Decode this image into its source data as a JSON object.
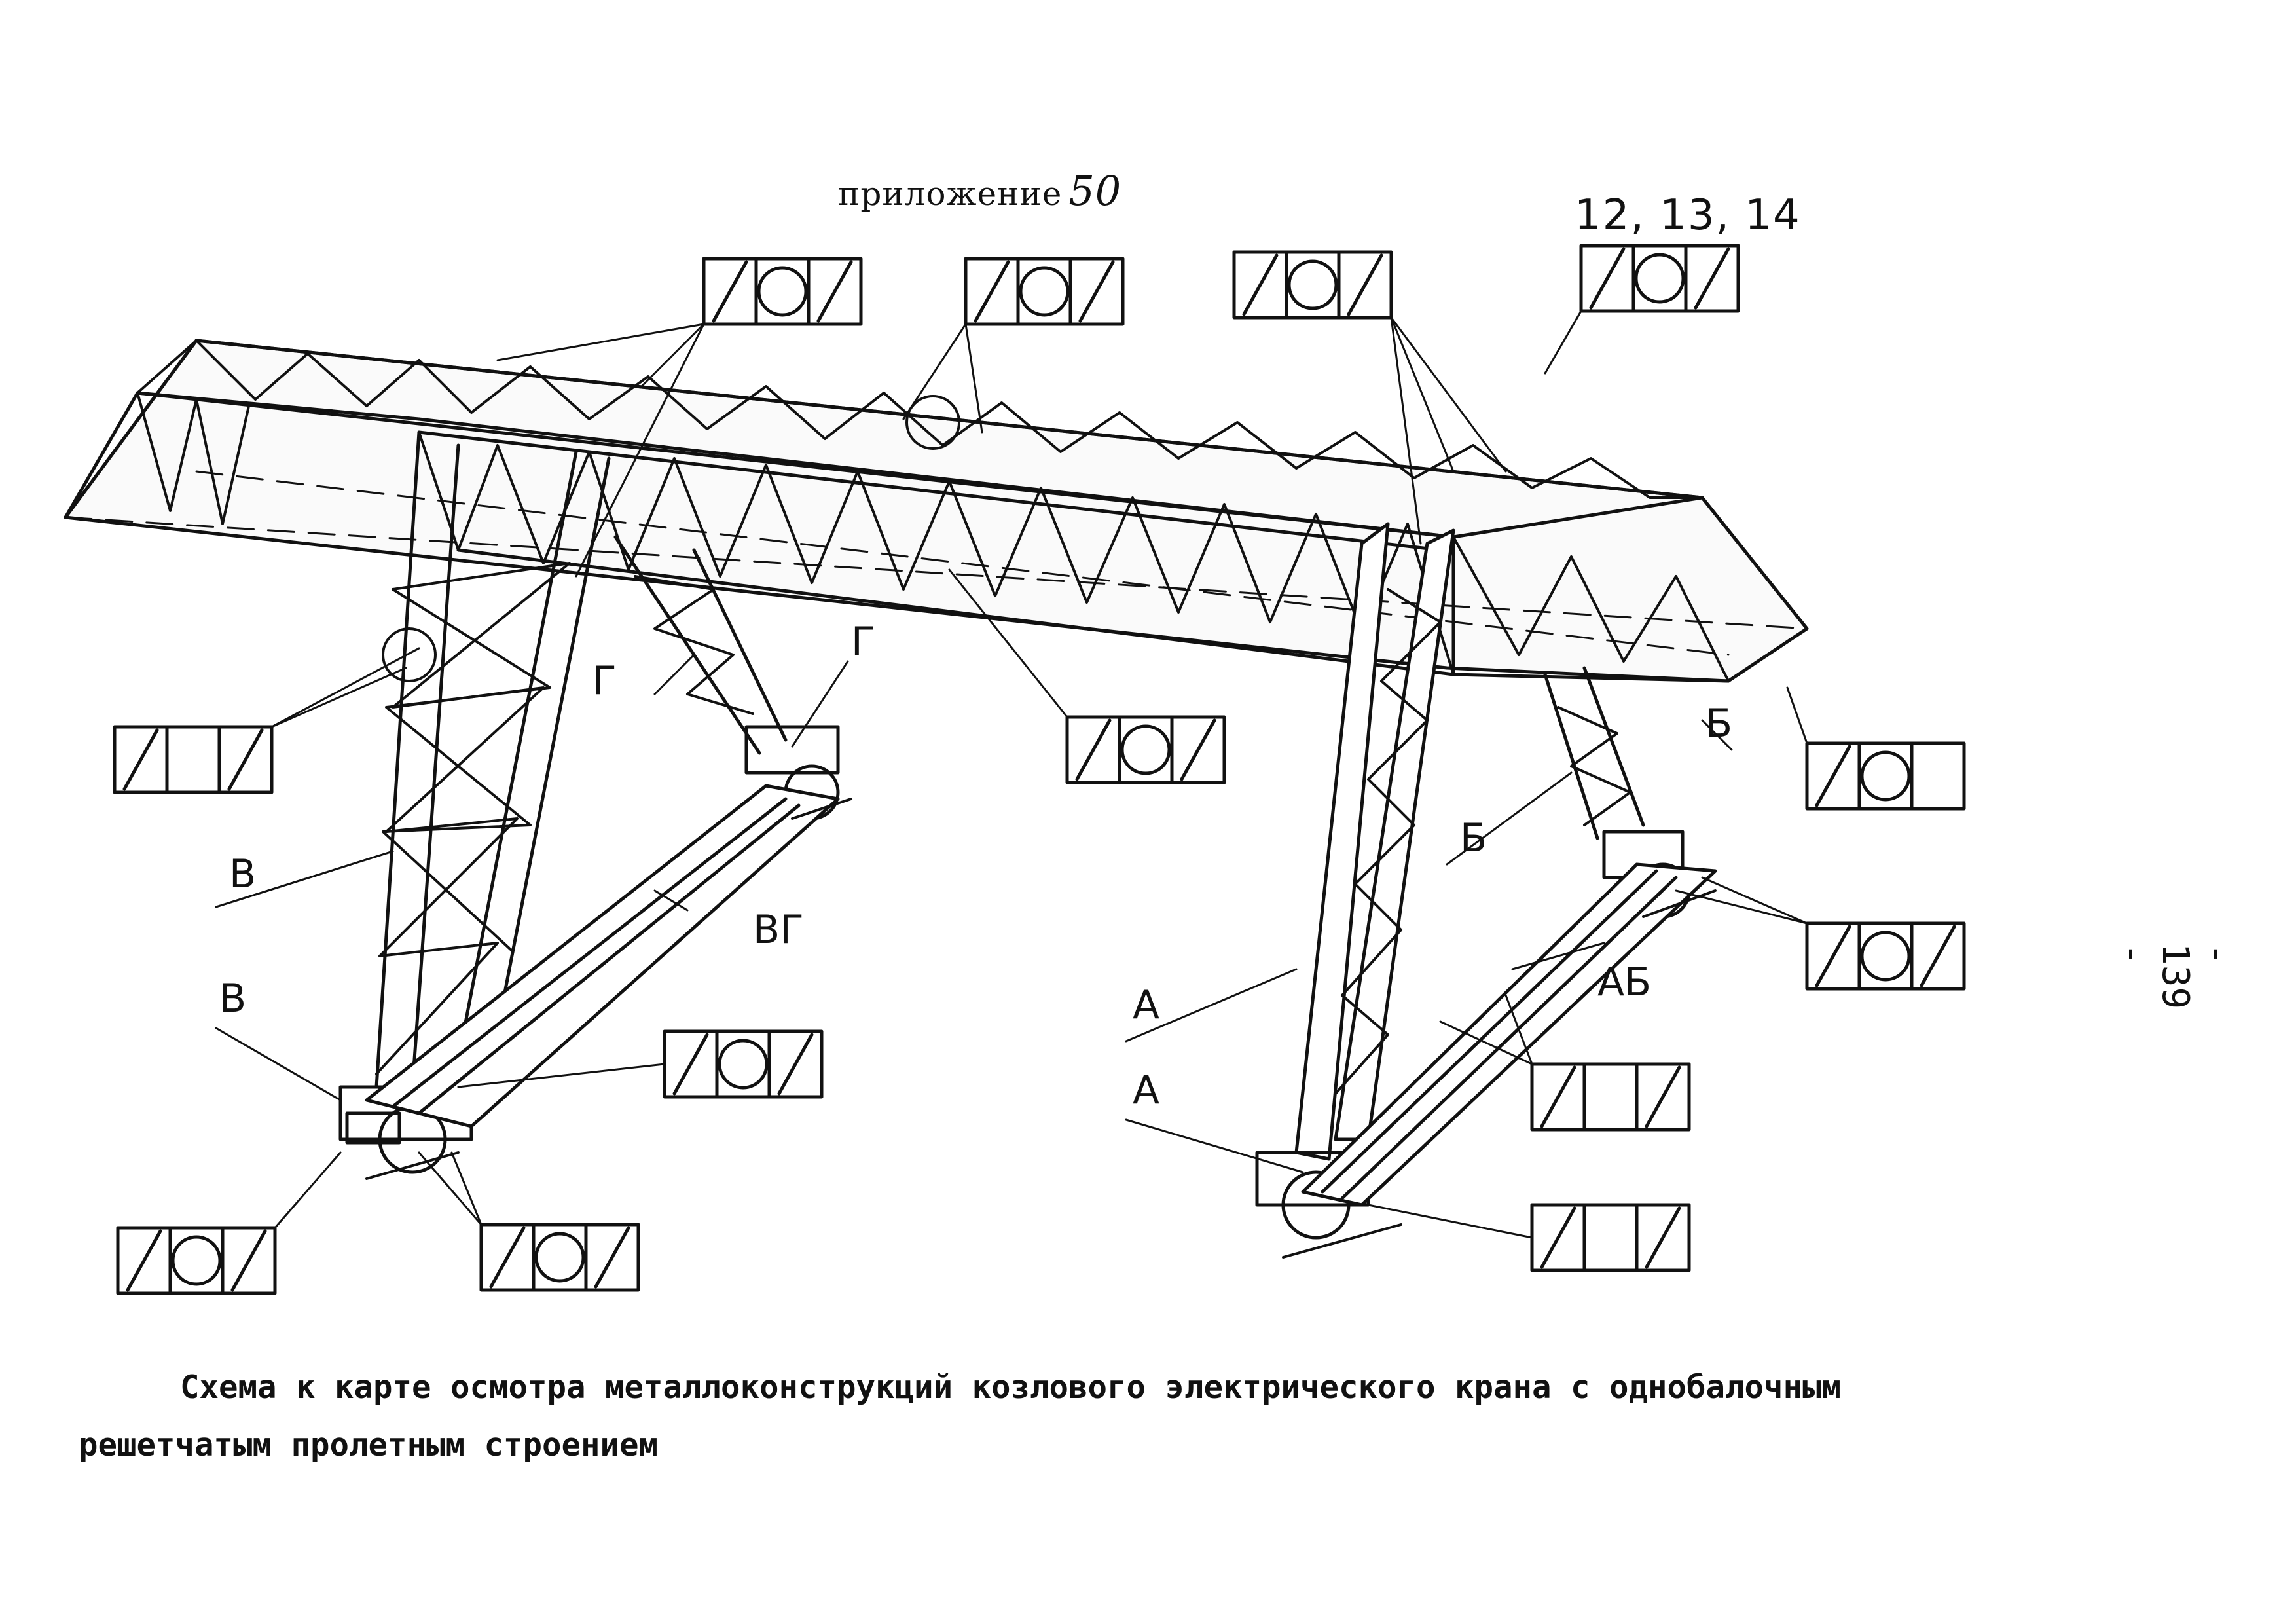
{
  "header": {
    "appendix_text": "приложение",
    "appendix_number": "50"
  },
  "page_number": "- 139 -",
  "reference_numbers": "12, 13, 14",
  "labels": {
    "A": "А",
    "B": "Б",
    "V": "В",
    "G": "Г",
    "AB": "АБ",
    "VG": "ВГ"
  },
  "caption": {
    "line1": "Схема к карте осмотра металлоконструкций козлового электрического крана с однобалочным",
    "line2": "решетчатым пролетным строением"
  },
  "inspection_symbols": [
    "slash",
    "control-circle-icon",
    "slash"
  ]
}
